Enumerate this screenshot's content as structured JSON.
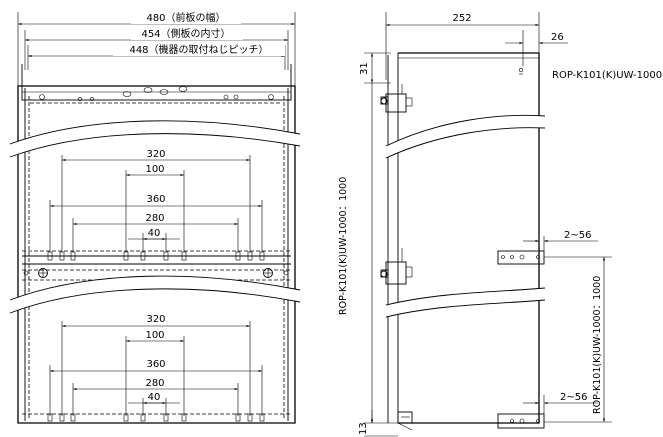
{
  "front": {
    "dim_480": "480（前板の幅）",
    "dim_454": "454（側板の内寸）",
    "dim_448": "448（機器の取付ねじピッチ）",
    "upper": {
      "d320": "320",
      "d100": "100",
      "d360": "360",
      "d280": "280",
      "d40": "40"
    },
    "lower": {
      "d320": "320",
      "d100": "100",
      "d360": "360",
      "d280": "280",
      "d40": "40"
    }
  },
  "side": {
    "dim_252": "252",
    "dim_26": "26",
    "dim_31": "31",
    "dim_13": "13",
    "dim_2_56_upper": "2~56",
    "dim_2_56_lower": "2~56",
    "model_top": "ROP-K101(K)UW-1000",
    "model_left_vertical": "ROP-K101(K)UW-1000：1000",
    "model_right_vertical": "ROP-K101(K)UW-1000：1000"
  }
}
